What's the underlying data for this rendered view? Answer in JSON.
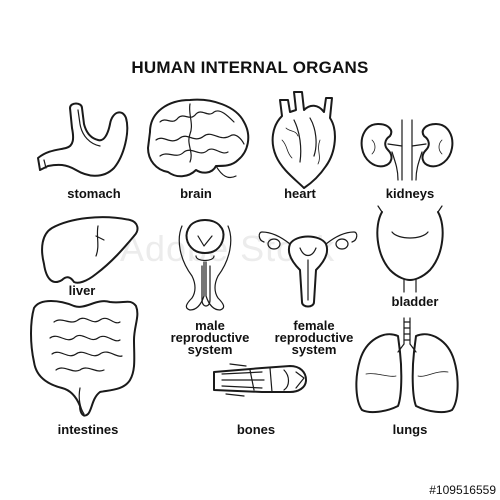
{
  "title": "HUMAN INTERNAL ORGANS",
  "organs": {
    "stomach": "stomach",
    "brain": "brain",
    "heart": "heart",
    "kidneys": "kidneys",
    "liver": "liver",
    "male_line1": "male",
    "male_line2": "reproductive",
    "male_line3": "system",
    "female_line1": "female",
    "female_line2": "reproductive",
    "female_line3": "system",
    "bladder": "bladder",
    "intestines": "intestines",
    "bones": "bones",
    "lungs": "lungs"
  },
  "watermark": "Adobe Stock",
  "stock_id": "#109516559",
  "colors": {
    "ink": "#1a1a1a",
    "background": "#ffffff",
    "watermark": "#ececec"
  }
}
